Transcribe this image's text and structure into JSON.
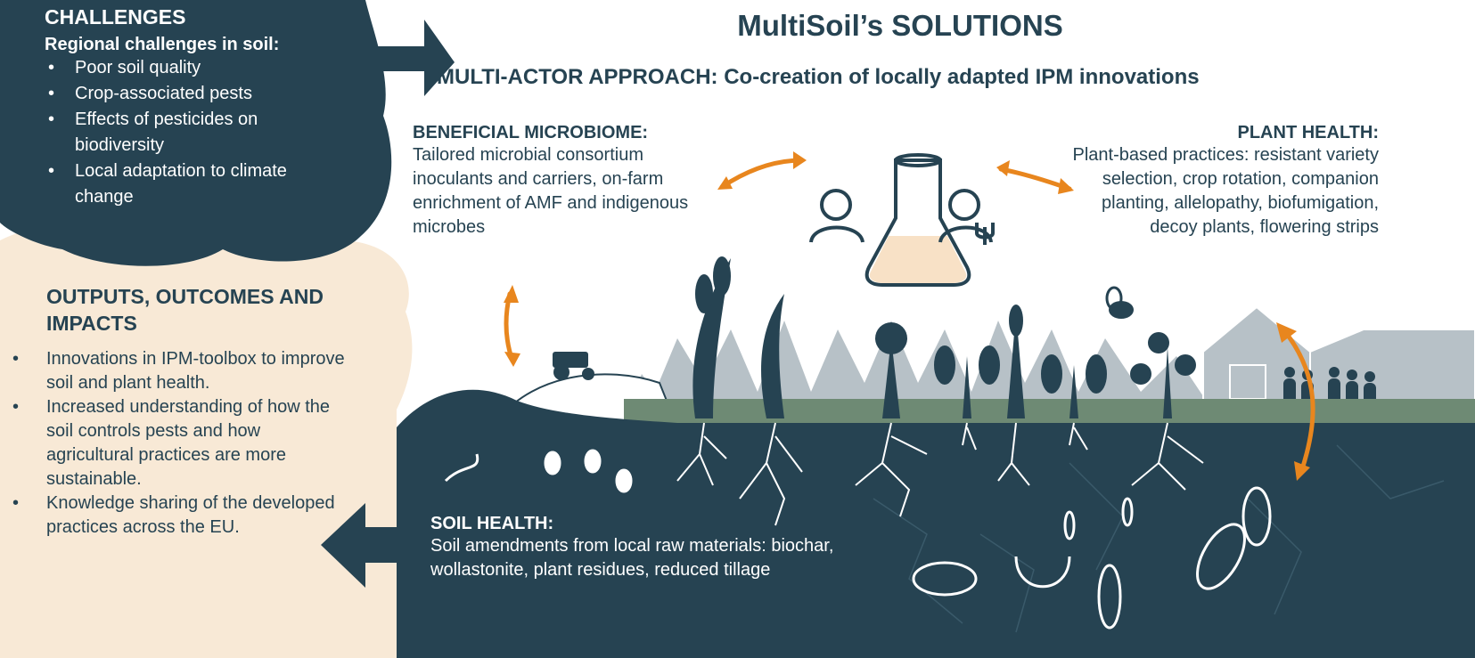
{
  "colors": {
    "navy": "#264352",
    "beige": "#f8e9d6",
    "orange": "#e8861e",
    "gray": "#a9b5bc",
    "green": "#6e8a74"
  },
  "title": "MultiSoil’s SOLUTIONS",
  "subtitle": "MULTI-ACTOR APPROACH: Co-creation of locally adapted IPM innovations",
  "challenges": {
    "heading": "CHALLENGES",
    "subheading": "Regional challenges in soil:",
    "items": [
      "Poor soil quality",
      "Crop-associated pests",
      "Effects of pesticides on biodiversity",
      "Local adaptation to climate change"
    ]
  },
  "outputs": {
    "heading": "OUTPUTS, OUTCOMES AND IMPACTS",
    "items": [
      "Innovations in IPM-toolbox to improve soil and plant health.",
      "Increased understanding of how the soil controls pests and how agricultural practices are more sustainable.",
      "Knowledge sharing of the developed practices across the EU."
    ]
  },
  "microbiome": {
    "heading": "BENEFICIAL MICROBIOME:",
    "text": "Tailored microbial consortium inoculants and carriers, on-farm enrichment of AMF and indigenous microbes"
  },
  "plant_health": {
    "heading": "PLANT HEALTH:",
    "text": "Plant-based practices: resistant variety selection, crop rotation, companion planting, allelopathy, biofumigation, decoy plants, flowering strips"
  },
  "soil_health": {
    "heading": "SOIL HEALTH:",
    "text": "Soil amendments from local raw materials: biochar, wollastonite, plant residues, reduced tillage"
  }
}
